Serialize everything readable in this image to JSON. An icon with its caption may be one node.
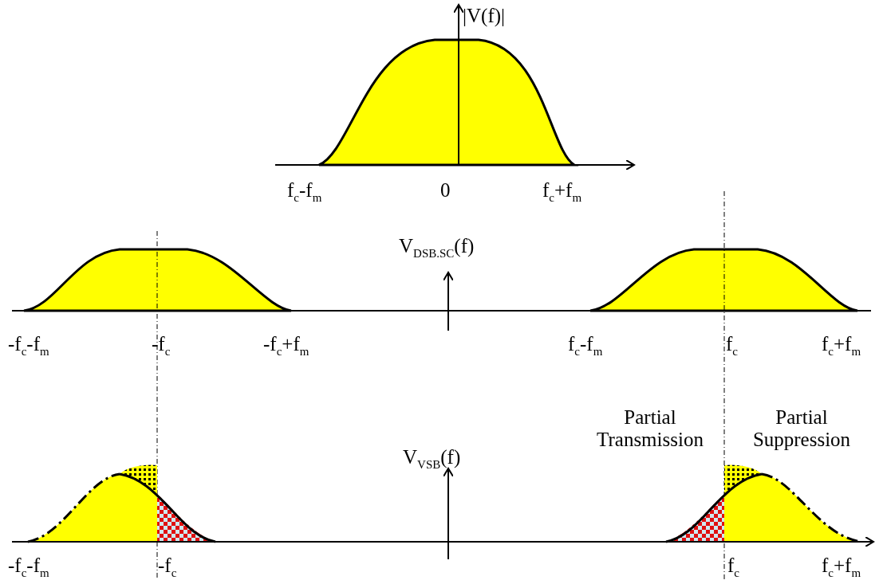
{
  "diagram": {
    "labels": [
      "|V(f)|",
      "f$_{c}$-f$_{m}$",
      "0",
      "f$_{c}$+f$_{m}$",
      "V$_{DSB.SC}$(f)",
      "-f$_{c}$-f$_{m}$",
      "-f$_{c}$",
      "-f$_{c}$+f$_{m}$",
      "f$_{c}$-f$_{m}$",
      "f$_{c}$",
      "f$_{c}$+f$_{m}$",
      "Partial Transmission",
      "Partial Suppression",
      "V$_{VSB}$(f)",
      "-f$_{c}$-f$_{m}$",
      "-f$_{c}$",
      "f$_{c}$",
      "f$_{c}$+f$_{m}$"
    ]
  }
}
